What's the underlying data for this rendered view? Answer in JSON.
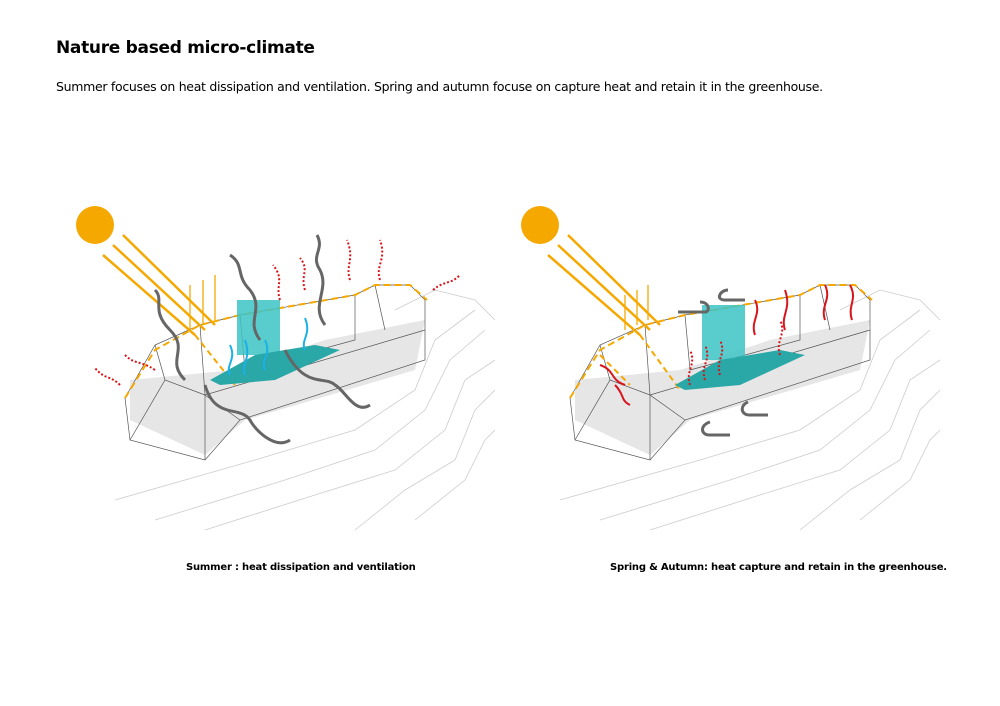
{
  "title": "Nature based micro-climate",
  "subtitle": "Summer focuses on heat dissipation and ventilation. Spring and autumn focuse on capture heat and retain it in the greenhouse.",
  "diagrams": [
    {
      "caption": "Summer : heat dissipation and ventilation"
    },
    {
      "caption": "Spring & Autumn:  heat capture and retain in the greenhouse."
    }
  ],
  "colors": {
    "sun": "#f5a800",
    "water": "#3cc4c4",
    "heat": "#d8151b",
    "wind": "#666666",
    "cool": "#1ab0e8"
  }
}
